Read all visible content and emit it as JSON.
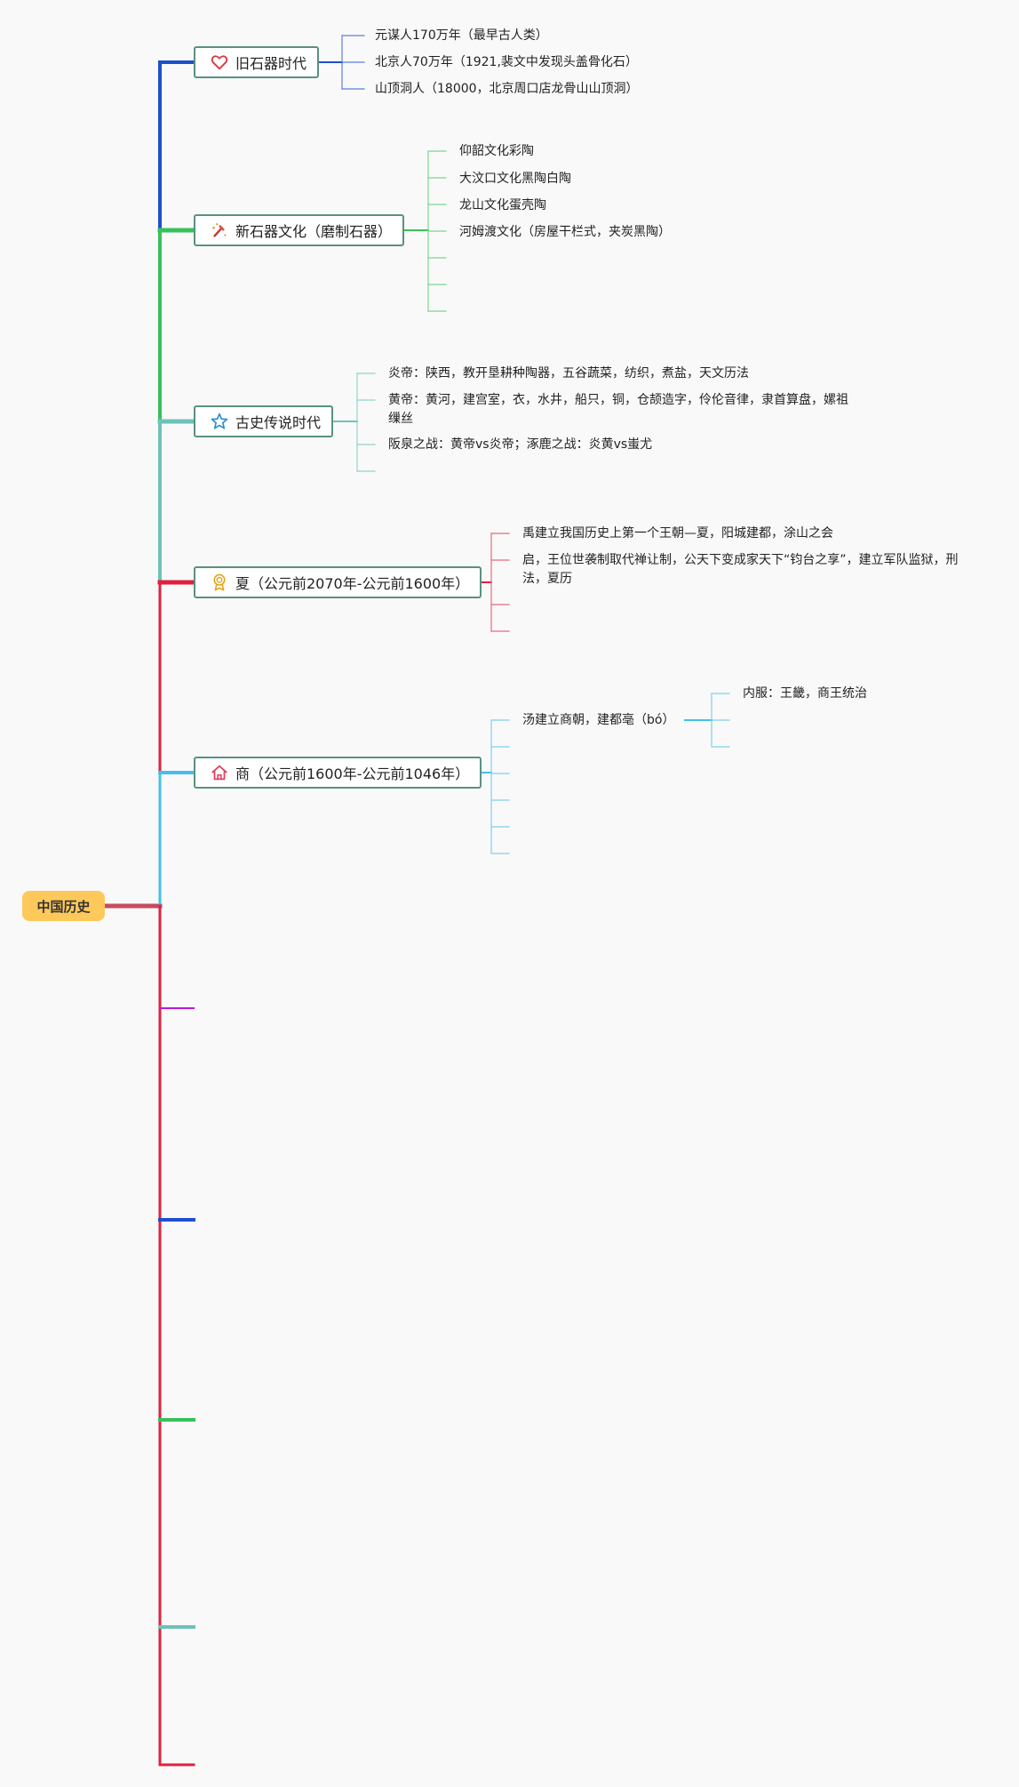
{
  "root": {
    "label": "中国历史"
  },
  "branches": [
    {
      "label": "旧石器时代",
      "icon": "heart-icon",
      "color": "#1f4fcc",
      "children": [
        "元谋人170万年（最早古人类）",
        "北京人70万年（1921,裴文中发现头盖骨化石）",
        "山顶洞人（18000，北京周口店龙骨山山顶洞）"
      ]
    },
    {
      "label": "新石器文化（磨制石器）",
      "icon": "hammer-icon",
      "color": "#37c15a",
      "children": [
        "仰韶文化彩陶",
        "大汶口文化黑陶白陶",
        "龙山文化蛋壳陶",
        "河姆渡文化（房屋干栏式，夹炭黑陶）"
      ]
    },
    {
      "label": "古史传说时代",
      "icon": "star-icon",
      "color": "#6dc3b8",
      "children": [
        "炎帝：陕西，教开垦耕种陶器，五谷蔬菜，纺织，煮盐，天文历法",
        "黄帝：黄河，建宫室，衣，水井，船只，铜，仓颉造字，伶伦音律，隶首算盘，嫘祖缫丝",
        "阪泉之战：黄帝vs炎帝；涿鹿之战：炎黄vs蚩尤"
      ]
    },
    {
      "label": "夏（公元前2070年-公元前1600年）",
      "icon": "award-icon",
      "color": "#e0213e",
      "children": [
        "禹建立我国历史上第一个王朝—夏，阳城建都，涂山之会",
        "启，王位世袭制取代禅让制，公天下变成家天下“钧台之享”，建立军队监狱，刑法，夏历"
      ]
    },
    {
      "label": "商（公元前1600年-公元前1046年）",
      "icon": "home-icon",
      "color": "#45c0ea",
      "children": [
        "汤建立商朝，建都亳（bó）"
      ],
      "grandchildren": [
        "内服：王畿，商王统治"
      ]
    }
  ]
}
